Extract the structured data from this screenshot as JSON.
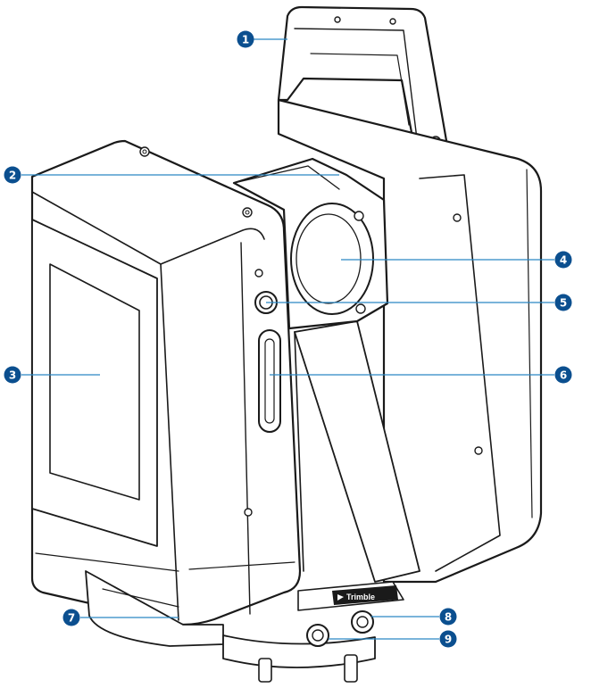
{
  "colors": {
    "callout": "#0b4f8f",
    "leader": "#2a88c4",
    "outline": "#1a1a1a"
  },
  "brand": {
    "label": "Trimble",
    "icon": "trimble-logo-icon"
  },
  "callouts": [
    {
      "num": "1",
      "part": "carry-handle"
    },
    {
      "num": "2",
      "part": "top-rim"
    },
    {
      "num": "3",
      "part": "touch-screen"
    },
    {
      "num": "4",
      "part": "scanning-mirror"
    },
    {
      "num": "5",
      "part": "power-button"
    },
    {
      "num": "6",
      "part": "status-light"
    },
    {
      "num": "7",
      "part": "battery-compartment"
    },
    {
      "num": "8",
      "part": "connector-port"
    },
    {
      "num": "9",
      "part": "connector-port-2"
    }
  ]
}
